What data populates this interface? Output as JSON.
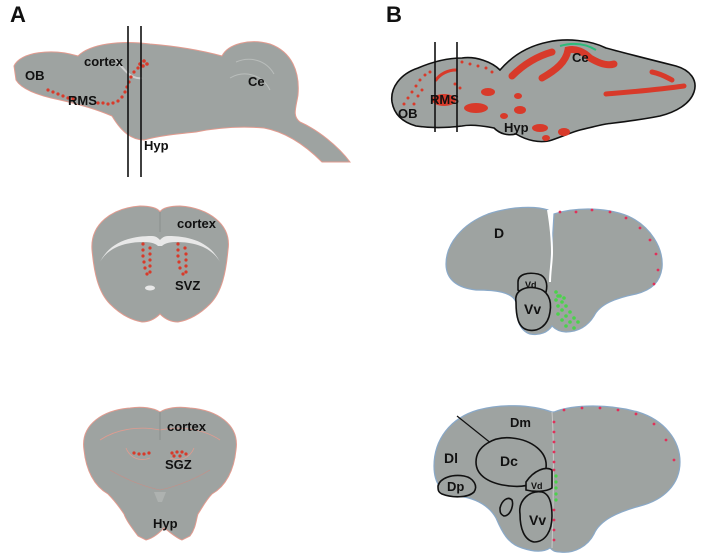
{
  "panels": {
    "A": {
      "letter": "A",
      "sagittal": {
        "OB": "OB",
        "cortex": "cortex",
        "RMS": "RMS",
        "Ce": "Ce",
        "Hyp": "Hyp"
      },
      "coronal1": {
        "cortex": "cortex",
        "SVZ": "SVZ"
      },
      "coronal2": {
        "cortex": "cortex",
        "SGZ": "SGZ",
        "Hyp": "Hyp"
      }
    },
    "B": {
      "letter": "B",
      "sagittal": {
        "Ce": "Ce",
        "RMS": "RMS",
        "OB": "OB",
        "Hyp": "Hyp"
      },
      "section1": {
        "D": "D",
        "Vd": "Vd",
        "Vv": "Vv"
      },
      "section2": {
        "Dm": "Dm",
        "Dl": "Dl",
        "Dc": "Dc",
        "Dp": "Dp",
        "Vd": "Vd",
        "Vv": "Vv"
      }
    }
  },
  "colors": {
    "tissue": "#9ea3a1",
    "proliferation_red": "#d83a2a",
    "pink_dots": "#e0305a",
    "green_dots": "#4bd24b",
    "outline_mouse": "#e29b8f",
    "outline_fish": "#8aa9c8"
  }
}
